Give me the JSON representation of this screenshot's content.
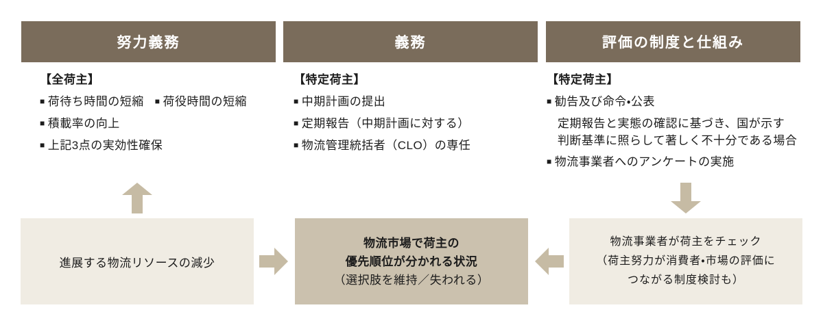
{
  "bullet": "■",
  "colors": {
    "header_bg": "#7a6c5b",
    "header_text": "#ffffff",
    "light_box_bg": "#f0ece3",
    "center_box_bg": "#cbc1ae",
    "arrow": "#c6bba4",
    "text": "#1c1c1c"
  },
  "columns": [
    {
      "header": "努力義務",
      "audience": "【全荷主】",
      "items": [
        "荷待ち時間の短縮",
        "荷役時間の短縮",
        "積載率の向上",
        "上記3点の実効性確保"
      ]
    },
    {
      "header": "義務",
      "audience": "【特定荷主】",
      "items": [
        "中期計画の提出",
        "定期報告（中期計画に対する）",
        "物流管理統括者（CLO）の専任"
      ]
    },
    {
      "header": "評価の制度と仕組み",
      "audience": "【特定荷主】",
      "items": [
        "勧告及び命令・公表",
        "物流事業者へのアンケートの実施"
      ],
      "note_lines": [
        "定期報告と実態の確認に基づき、国が示す",
        "判断基準に照らして著しく不十分である場合"
      ]
    }
  ],
  "flow": {
    "left_box": {
      "text": "進展する物流リソースの減少"
    },
    "center_box": {
      "bold_lines": [
        "物流市場で荷主の",
        "優先順位が分かれる状況"
      ],
      "sub_line": "（選択肢を維持／失われる）"
    },
    "right_box": {
      "lines": [
        "物流事業者が荷主をチェック",
        "（荷主努力が消費者・市場の評価に",
        "つながる制度検討も）"
      ]
    }
  }
}
